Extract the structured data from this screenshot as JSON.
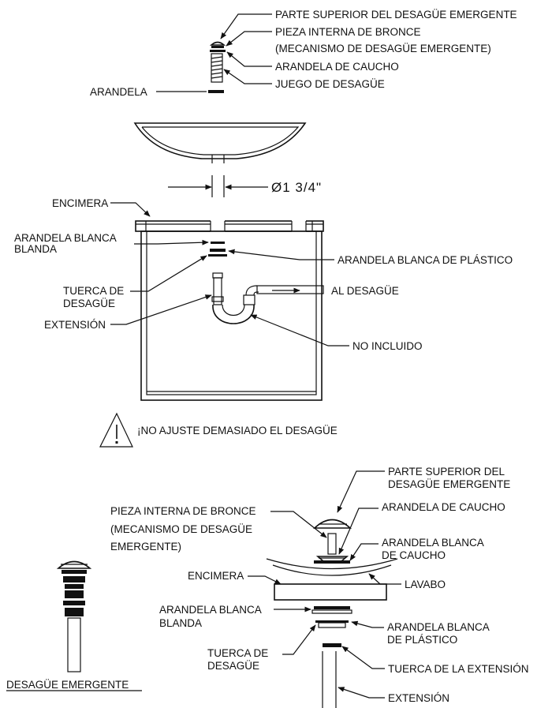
{
  "top_labels": {
    "drain_top": "PARTE SUPERIOR DEL DESAGÜE EMERGENTE",
    "brass_insert_1": "PIEZA INTERNA DE BRONCE",
    "brass_insert_2": "(MECANISMO DE DESAGÜE EMERGENTE)",
    "rubber_washer": "ARANDELA DE CAUCHO",
    "drain_kit": "JUEGO DE DESAGÜE",
    "washer": "ARANDELA"
  },
  "dimension": "Ø1 3/4\"",
  "cabinet_labels": {
    "countertop": "ENCIMERA",
    "soft_white_washer_1": "ARANDELA BLANCA",
    "soft_white_washer_2": "BLANDA",
    "drain_nut_1": "TUERCA DE",
    "drain_nut_2": "DESAGÜE",
    "extension": "EXTENSIÓN",
    "white_plastic_washer": "ARANDELA BLANCA DE PLÁSTICO",
    "to_drain": "AL DESAGÜE",
    "not_included": "NO INCLUIDO"
  },
  "warning": "¡NO AJUSTE DEMASIADO EL DESAGÜE",
  "bottom_labels": {
    "drain_top_1": "PARTE SUPERIOR DEL",
    "drain_top_2": "DESAGÜE EMERGENTE",
    "brass_insert_1": "PIEZA INTERNA DE BRONCE",
    "brass_insert_2": "(MECANISMO DE DESAGÜE",
    "brass_insert_3": "EMERGENTE)",
    "rubber_washer": "ARANDELA DE CAUCHO",
    "white_rubber_washer_1": "ARANDELA BLANCA",
    "white_rubber_washer_2": "DE CAUCHO",
    "countertop": "ENCIMERA",
    "basin": "LAVABO",
    "soft_white_washer_1": "ARANDELA BLANCA",
    "soft_white_washer_2": "BLANDA",
    "white_plastic_washer_1": "ARANDELA BLANCA",
    "white_plastic_washer_2": "DE PLÁSTICO",
    "drain_nut_1": "TUERCA DE",
    "drain_nut_2": "DESAGÜE",
    "extension_nut": "TUERCA DE LA EXTENSIÓN",
    "extension": "EXTENSIÓN"
  },
  "product_caption": "DESAGÜE EMERGENTE"
}
